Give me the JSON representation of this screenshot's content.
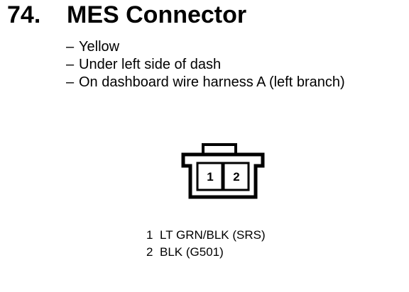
{
  "heading": {
    "number": "74.",
    "title": "MES Connector"
  },
  "description": [
    {
      "dash": "–",
      "text": "Yellow"
    },
    {
      "dash": "–",
      "text": "Under left side of dash"
    },
    {
      "dash": "–",
      "text": "On dashboard wire harness A (left branch)"
    }
  ],
  "connector": {
    "cavity_labels": [
      "1",
      "2"
    ]
  },
  "pins": [
    {
      "number": "1",
      "wire": "LT GRN/BLK (SRS)"
    },
    {
      "number": "2",
      "wire": "BLK (G501)"
    }
  ]
}
